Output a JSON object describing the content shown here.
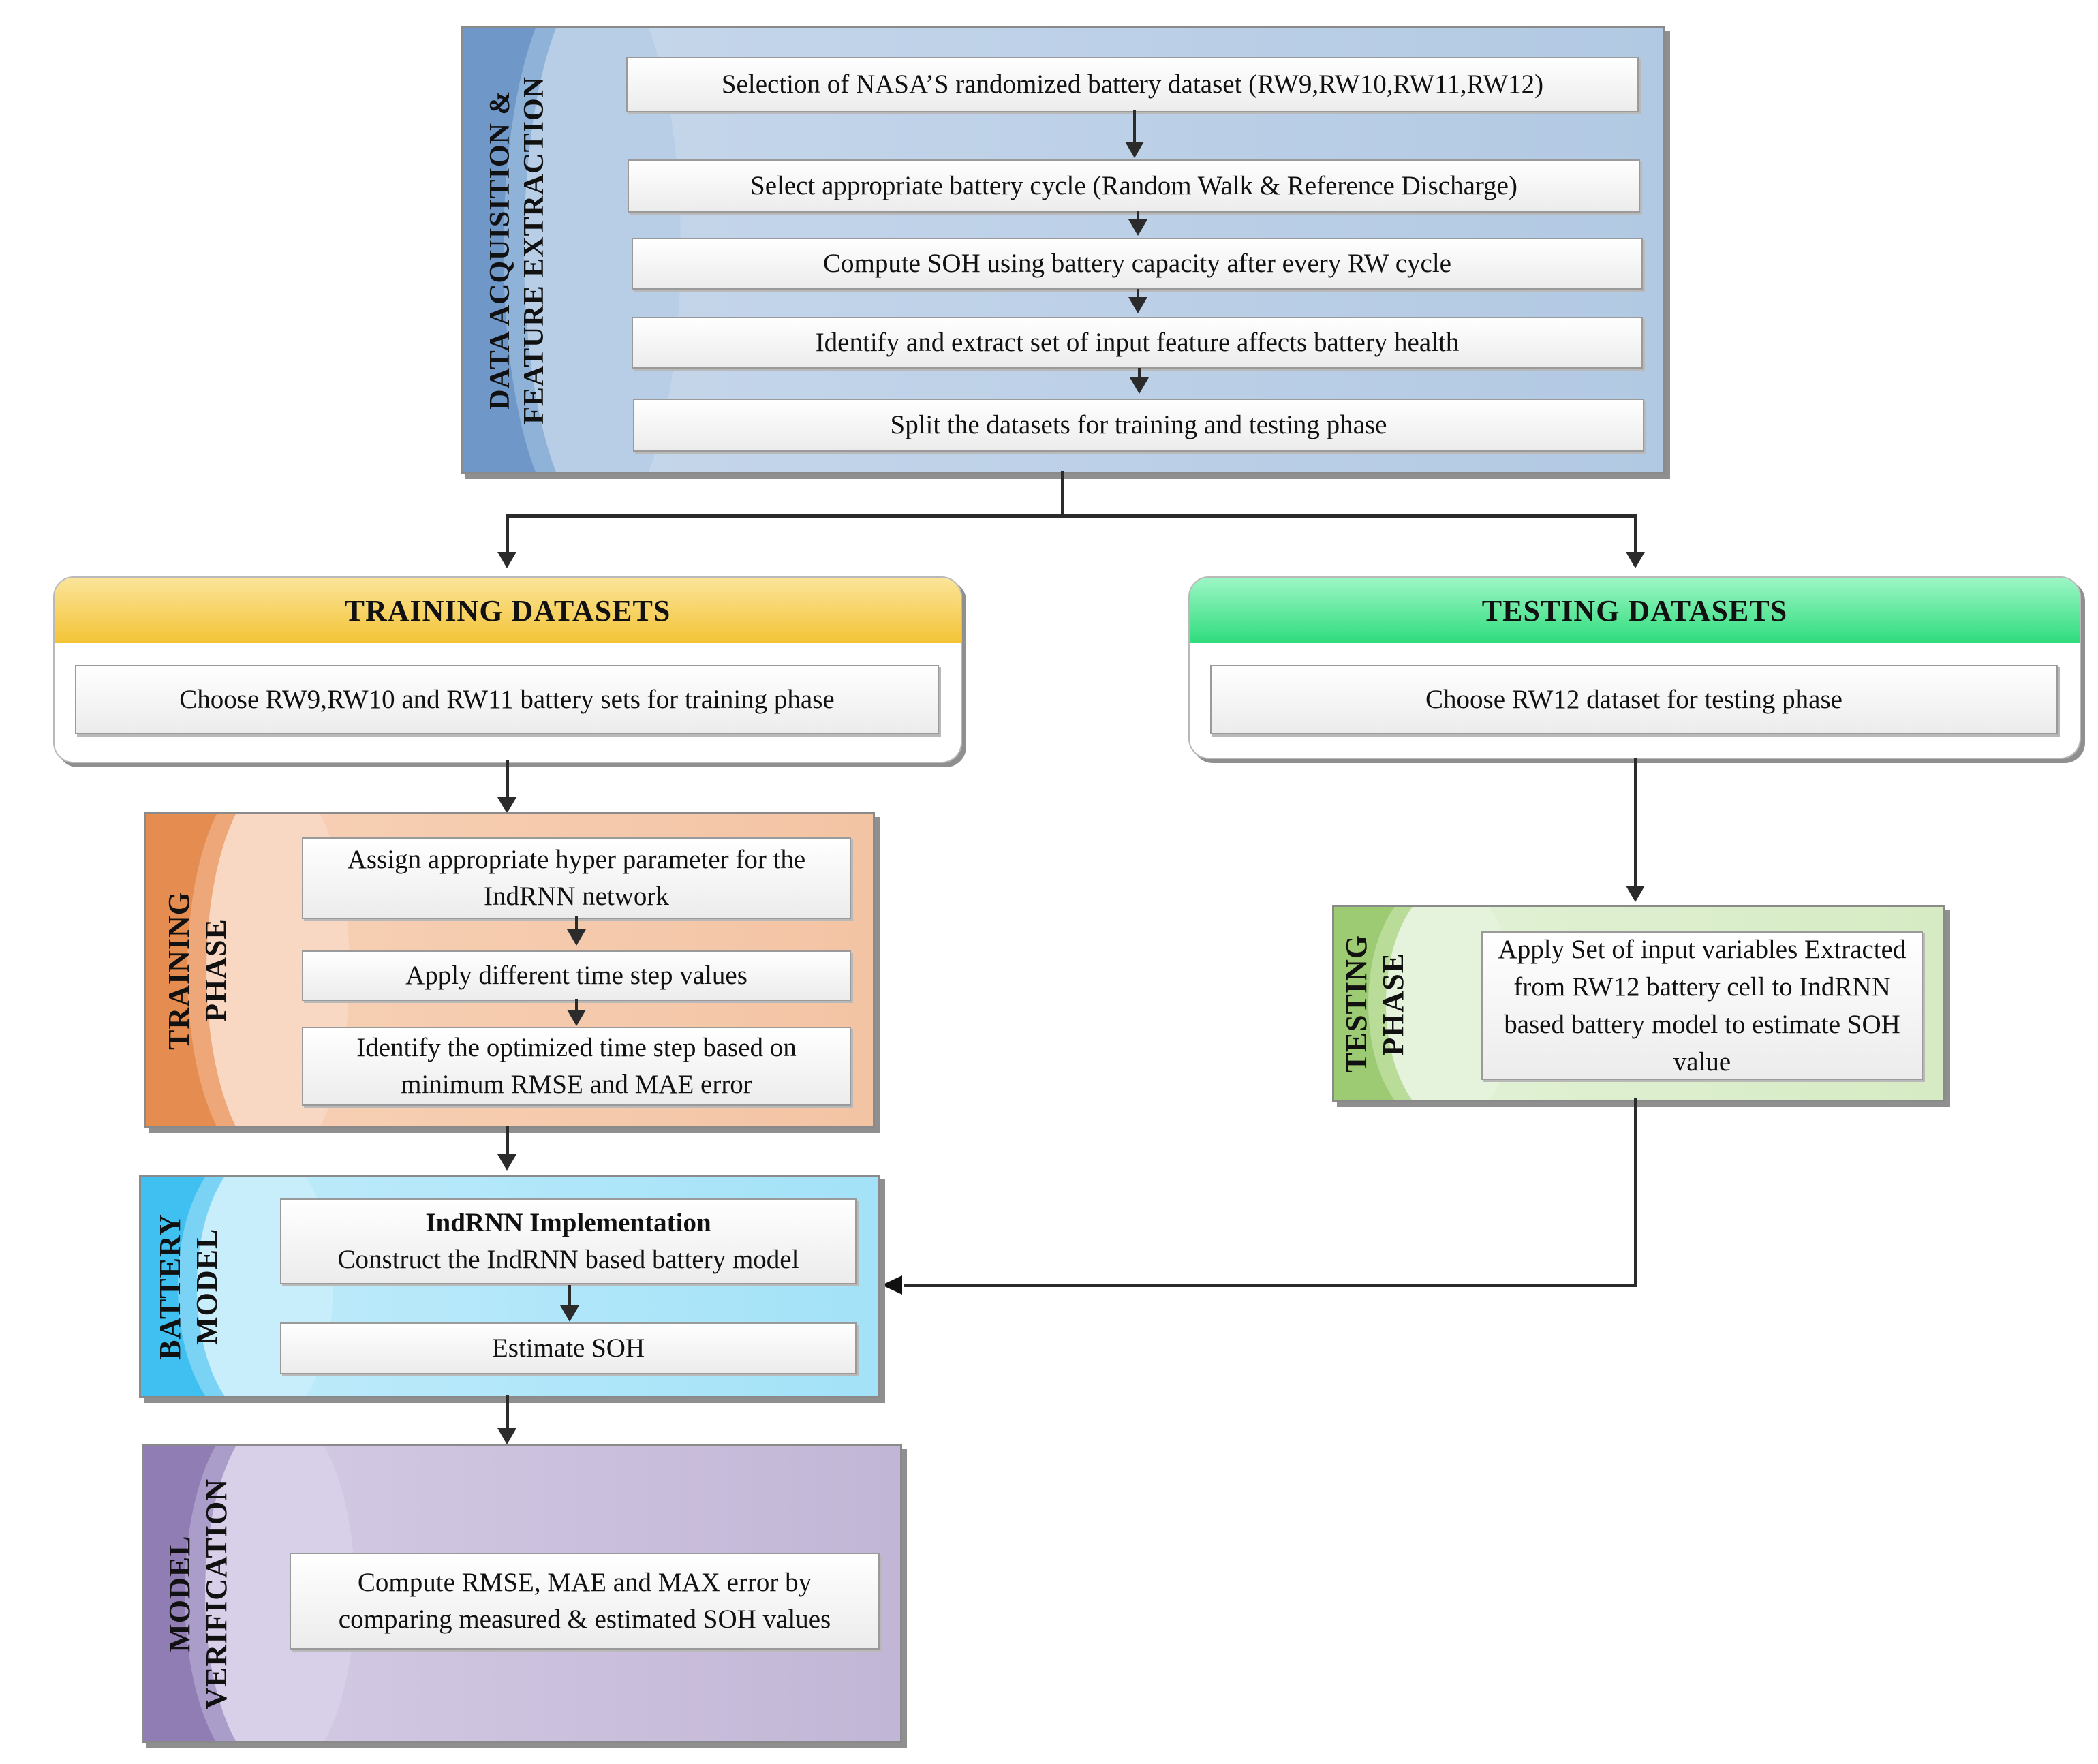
{
  "data_acquisition": {
    "label": "DATA ACQUISITION &\nFEATURE EXTRACTION",
    "steps": [
      "Selection of NASA’S randomized battery dataset (RW9,RW10,RW11,RW12)",
      "Select appropriate battery cycle (Random Walk & Reference Discharge)",
      "Compute SOH using battery capacity after every RW cycle",
      "Identify and extract set of input feature affects battery health",
      "Split the datasets for training and testing phase"
    ]
  },
  "training_datasets": {
    "title": "TRAINING DATASETS",
    "text": "Choose  RW9,RW10 and RW11 battery sets for training phase"
  },
  "testing_datasets": {
    "title": "TESTING DATASETS",
    "text": "Choose  RW12 dataset for testing phase"
  },
  "training_phase": {
    "label": "TRAINING\nPHASE",
    "steps": [
      "Assign appropriate hyper parameter for the IndRNN network",
      "Apply different time step values",
      "Identify the optimized time step based on minimum RMSE and MAE error"
    ]
  },
  "testing_phase": {
    "label": "TESTING\nPHASE",
    "text": "Apply Set of input variables Extracted from RW12 battery cell to IndRNN based battery model to estimate SOH value"
  },
  "battery_model": {
    "label": "BATTERY\nMODEL",
    "implementation_title": "IndRNN Implementation",
    "implementation_text": "Construct the IndRNN based battery model",
    "estimate": "Estimate SOH"
  },
  "model_verification": {
    "label": "MODEL\nVERIFICATION",
    "text": "Compute RMSE, MAE and MAX error by comparing measured & estimated SOH values"
  },
  "colors": {
    "data_acquisition": "#7fa5cf",
    "training_header": "#f6c94a",
    "testing_header": "#35e184",
    "training_phase": "#e8955a",
    "testing_phase": "#a6d283",
    "battery_model": "#48c4f2",
    "model_verification": "#9a88bb"
  }
}
